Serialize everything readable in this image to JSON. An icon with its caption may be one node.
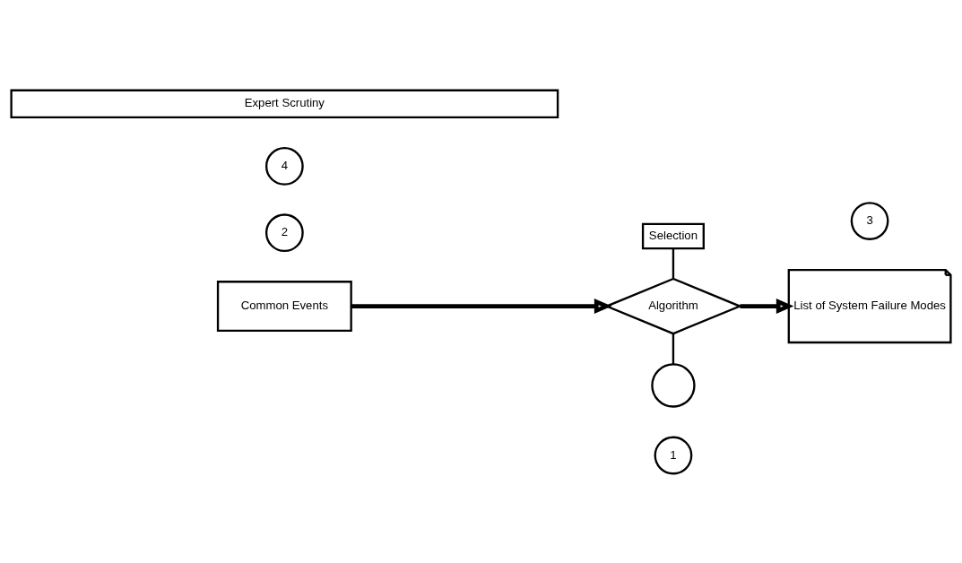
{
  "diagram": {
    "nodes": [
      {
        "text": [
          "1"
        ]
      },
      {
        "text": [
          "Selection"
        ]
      },
      {
        "text": [
          "2"
        ]
      },
      {
        "text": [
          "Common Events"
        ]
      },
      {
        "text": [
          "Algorithm"
        ]
      },
      {
        "text": [],
        "shape": "circle"
      },
      {
        "text": [
          "3"
        ]
      },
      {
        "text": [
          "List of System Failure Modes"
        ]
      },
      {
        "text": [
          "4"
        ]
      },
      {
        "text": [
          "Expert Scrutiny"
        ]
      }
    ],
    "edges": [
      {
        "from": 1,
        "to": 4,
        "arrow": "none"
      },
      {
        "from": 4,
        "to": 5,
        "arrow": "none"
      },
      {
        "from": 3,
        "to": 4,
        "arrow": "to",
        "style": "thick"
      },
      {
        "from": 4,
        "to": 7,
        "arrow": "to",
        "style": "thick"
      }
    ]
  }
}
